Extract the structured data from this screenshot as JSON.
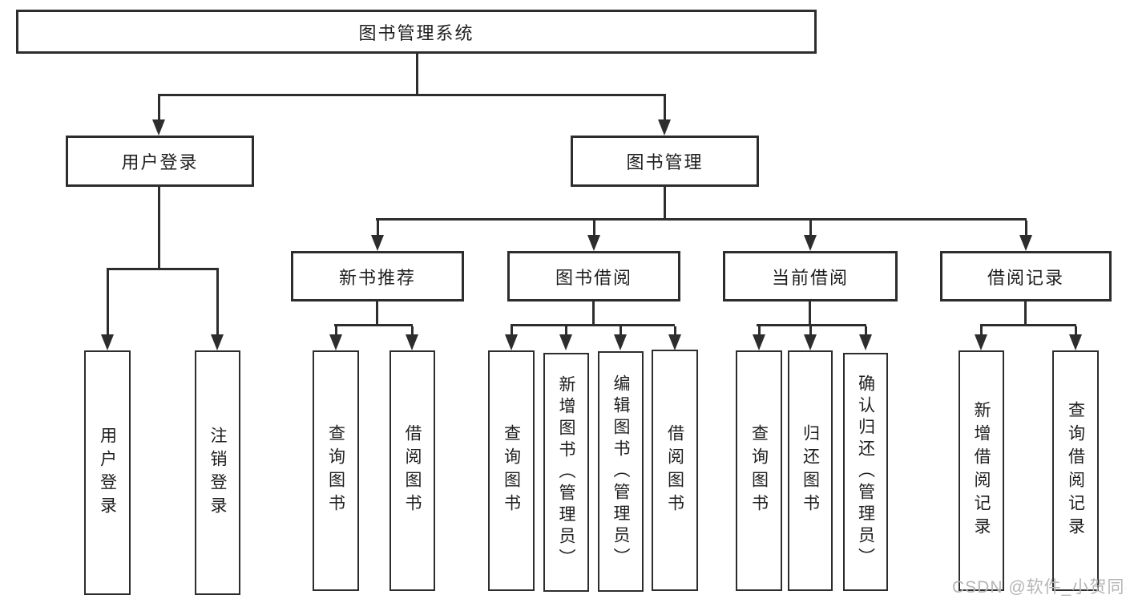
{
  "diagram": {
    "title": "图书管理系统",
    "root": {
      "label": "图书管理系统"
    },
    "level2": [
      {
        "label": "用户登录"
      },
      {
        "label": "图书管理"
      }
    ],
    "level3": [
      {
        "label": "新书推荐"
      },
      {
        "label": "图书借阅"
      },
      {
        "label": "当前借阅"
      },
      {
        "label": "借阅记录"
      }
    ],
    "leaves": [
      {
        "label": "用户登录",
        "parent": "用户登录"
      },
      {
        "label": "注销登录",
        "parent": "用户登录"
      },
      {
        "label": "查询图书",
        "parent": "新书推荐"
      },
      {
        "label": "借阅图书",
        "parent": "新书推荐"
      },
      {
        "label": "查询图书",
        "parent": "图书借阅"
      },
      {
        "label": "新增图书（管理员）",
        "parent": "图书借阅"
      },
      {
        "label": "编辑图书（管理员）",
        "parent": "图书借阅"
      },
      {
        "label": "借阅图书",
        "parent": "图书借阅"
      },
      {
        "label": "查询图书",
        "parent": "当前借阅"
      },
      {
        "label": "归还图书",
        "parent": "当前借阅"
      },
      {
        "label": "确认归还（管理员）",
        "parent": "当前借阅"
      },
      {
        "label": "新增借阅记录",
        "parent": "借阅记录"
      },
      {
        "label": "查询借阅记录",
        "parent": "借阅记录"
      }
    ]
  },
  "watermark": {
    "text": "CSDN @软件_小贺同学"
  },
  "colors": {
    "line": "#2d2d2d",
    "text": "#1e1e1e",
    "background": "#ffffff",
    "watermark": "#b5b5b5"
  }
}
